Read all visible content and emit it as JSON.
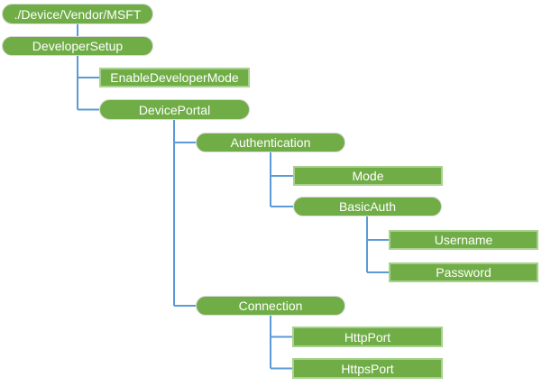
{
  "diagram": {
    "type": "hierarchy-tree",
    "nodes": {
      "root": {
        "label": "./Device/Vendor/MSFT"
      },
      "developer_setup": {
        "label": "DeveloperSetup",
        "parent": "root"
      },
      "enable_developer_mode": {
        "label": "EnableDeveloperMode",
        "parent": "developer_setup"
      },
      "device_portal": {
        "label": "DevicePortal",
        "parent": "developer_setup"
      },
      "authentication": {
        "label": "Authentication",
        "parent": "device_portal"
      },
      "mode": {
        "label": "Mode",
        "parent": "authentication"
      },
      "basic_auth": {
        "label": "BasicAuth",
        "parent": "authentication"
      },
      "username": {
        "label": "Username",
        "parent": "basic_auth"
      },
      "password": {
        "label": "Password",
        "parent": "basic_auth"
      },
      "connection": {
        "label": "Connection",
        "parent": "device_portal"
      },
      "http_port": {
        "label": "HttpPort",
        "parent": "connection"
      },
      "https_port": {
        "label": "HttpsPort",
        "parent": "connection"
      }
    },
    "colors": {
      "node_fill": "#70AD47",
      "rect_node_border": "#A9D18E",
      "pill_node_border": "#D9D9D9",
      "connector_line": "#5B9BD5",
      "node_text": "#FFFFFF",
      "background": "#FFFFFF"
    }
  }
}
